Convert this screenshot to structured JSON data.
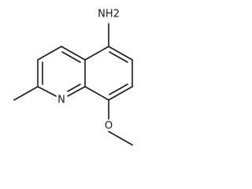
{
  "molecule": {
    "atom_labels": {
      "amine": "NH2",
      "ring_nitrogen": "N",
      "ether_oxygen": "O"
    }
  }
}
